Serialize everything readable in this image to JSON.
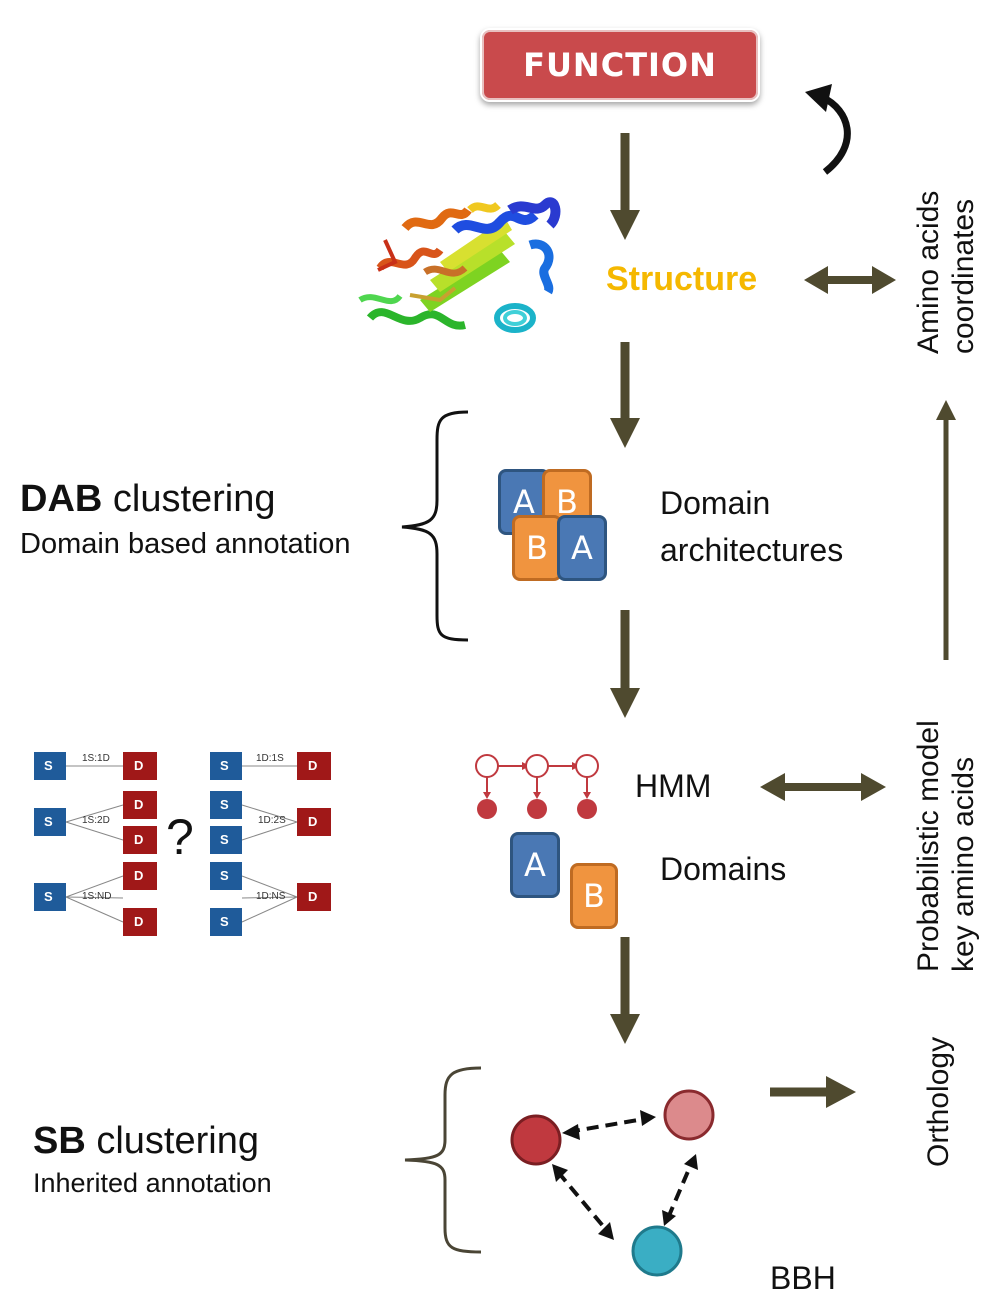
{
  "function_label": "FUNCTION",
  "structure_label": "Structure",
  "amino_label_1": "Amino acids",
  "amino_label_2": "coordinates",
  "dab": {
    "title_bold": "DAB",
    "title_rest": " clustering",
    "subtitle": "Domain based annotation"
  },
  "domain_arch_1": "Domain",
  "domain_arch_2": "architectures",
  "hmm_label": "HMM",
  "domains_label": "Domains",
  "prob_label_1": "Probabilistic model",
  "prob_label_2": "key amino acids",
  "sb": {
    "title_bold": "SB",
    "title_rest": " clustering",
    "subtitle": "Inherited annotation"
  },
  "orthology_label": "Orthology",
  "bbh_label": "BBH",
  "question_mark": "?",
  "domain_letters": {
    "a": "A",
    "b": "B"
  },
  "seq_diagram": {
    "s": "S",
    "d": "D",
    "rel_1s1d": "1S:1D",
    "rel_1s2d": "1S:2D",
    "rel_1snd": "1S:ND",
    "rel_1d1s": "1D:1S",
    "rel_1d2s": "1D:2S",
    "rel_1dns": "1D:NS"
  },
  "colors": {
    "arrow": "#4f4a2f",
    "function_box": "#c94a4c",
    "structure_text": "#f5b800",
    "domain_blue": "#4a78b4",
    "domain_orange": "#f0943f",
    "node_red": "#c0393f",
    "node_pink": "#dc8a8c",
    "node_teal": "#3aaec4",
    "seq_blue": "#1f5b9a",
    "seq_red": "#a01818"
  }
}
